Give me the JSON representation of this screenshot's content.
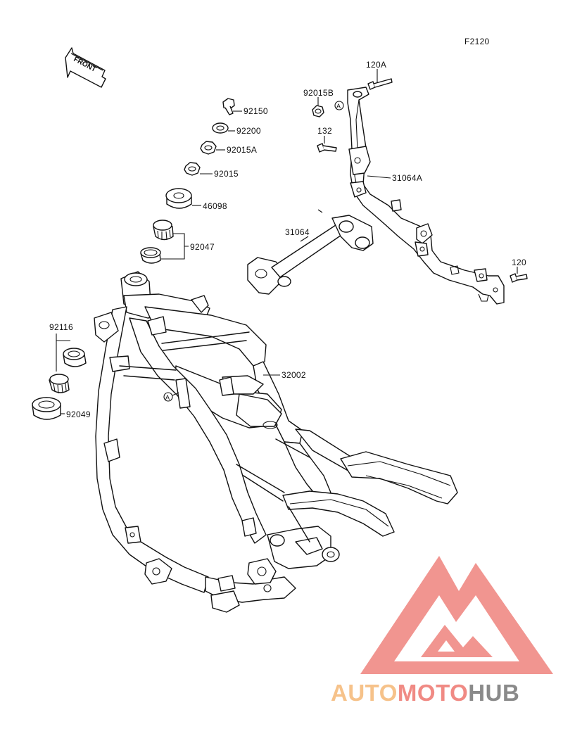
{
  "figure_code": "F2120",
  "front_label": "FRONT",
  "ref_marker": "A",
  "parts": {
    "p92150": "92150",
    "p92200": "92200",
    "p92015A": "92015A",
    "p92015": "92015",
    "p46098": "46098",
    "p92047": "92047",
    "p31064": "31064",
    "p92015B": "92015B",
    "p120A": "120A",
    "p132": "132",
    "p31064A": "31064A",
    "p120": "120",
    "p92116": "92116",
    "p92049": "92049",
    "p32002": "32002"
  },
  "watermark": {
    "part1": "AUTO",
    "part2": "MOTO",
    "part3": "HUB",
    "color_light": "#f6c28a",
    "color_red": "#f08a84",
    "color_gray": "#8a8a8a"
  }
}
